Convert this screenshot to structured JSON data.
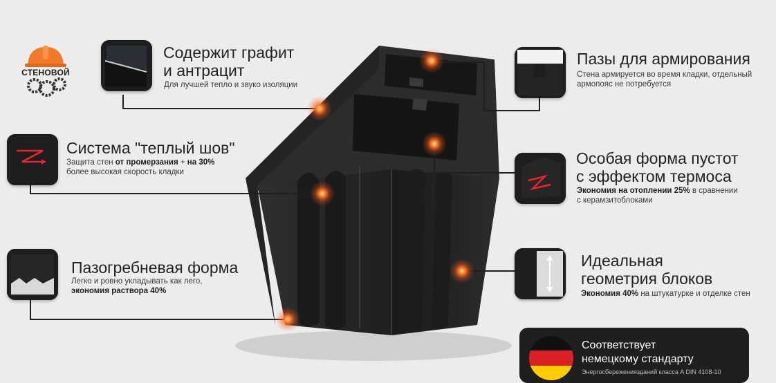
{
  "brand": {
    "logo_text": "СТЕНОВОЙ"
  },
  "features": [
    {
      "title_line1": "Содержит графит",
      "title_line2": "и антрацит",
      "desc": "Для лучшей тепло и звуко изоляции",
      "icon": "graphite-sample-icon"
    },
    {
      "title": "Система \"теплый шов\"",
      "desc_pre": "Защита стен ",
      "desc_bold1": "от промерзания",
      "desc_mid": " + ",
      "desc_bold2": "на 30%",
      "desc_line2": "более высокая скорость кладки",
      "icon": "warm-seam-icon"
    },
    {
      "title": "Пазогребневая форма",
      "desc_line1": "Легко и ровно укладывать как лего,",
      "desc_line2": "экономия раствора 40%",
      "icon": "tongue-groove-icon"
    },
    {
      "title": "Пазы для армирования",
      "desc_line1": "Стена армируется во время кладки, отдельный",
      "desc_line2": "армопояс не потребуется",
      "icon": "rebar-groove-icon"
    },
    {
      "title_line1": "Особая форма пустот",
      "title_line2": "с эффектом термоса",
      "desc_bold": "Экономия на отоплении 25%",
      "desc_rest": " в сравнении",
      "desc_line2": "с керамзитоблоками",
      "icon": "thermos-cavity-icon"
    },
    {
      "title_line1": "Идеальная",
      "title_line2": "геометрия блоков",
      "desc_bold": "Экономия 40%",
      "desc_rest": " на штукатурке и отделке стен",
      "icon": "geometry-icon"
    }
  ],
  "standard": {
    "title_line1": "Соответствует",
    "title_line2": "немецкому стандарту",
    "subtitle": "Энергосбережениязданий класса A DIN 4108-10",
    "flag_colors": [
      "#111111",
      "#dd1f26",
      "#ffcc00"
    ]
  },
  "colors": {
    "accent_glow": "#ff6a1f",
    "block": "#2b2b2b",
    "background": "#ececec"
  }
}
